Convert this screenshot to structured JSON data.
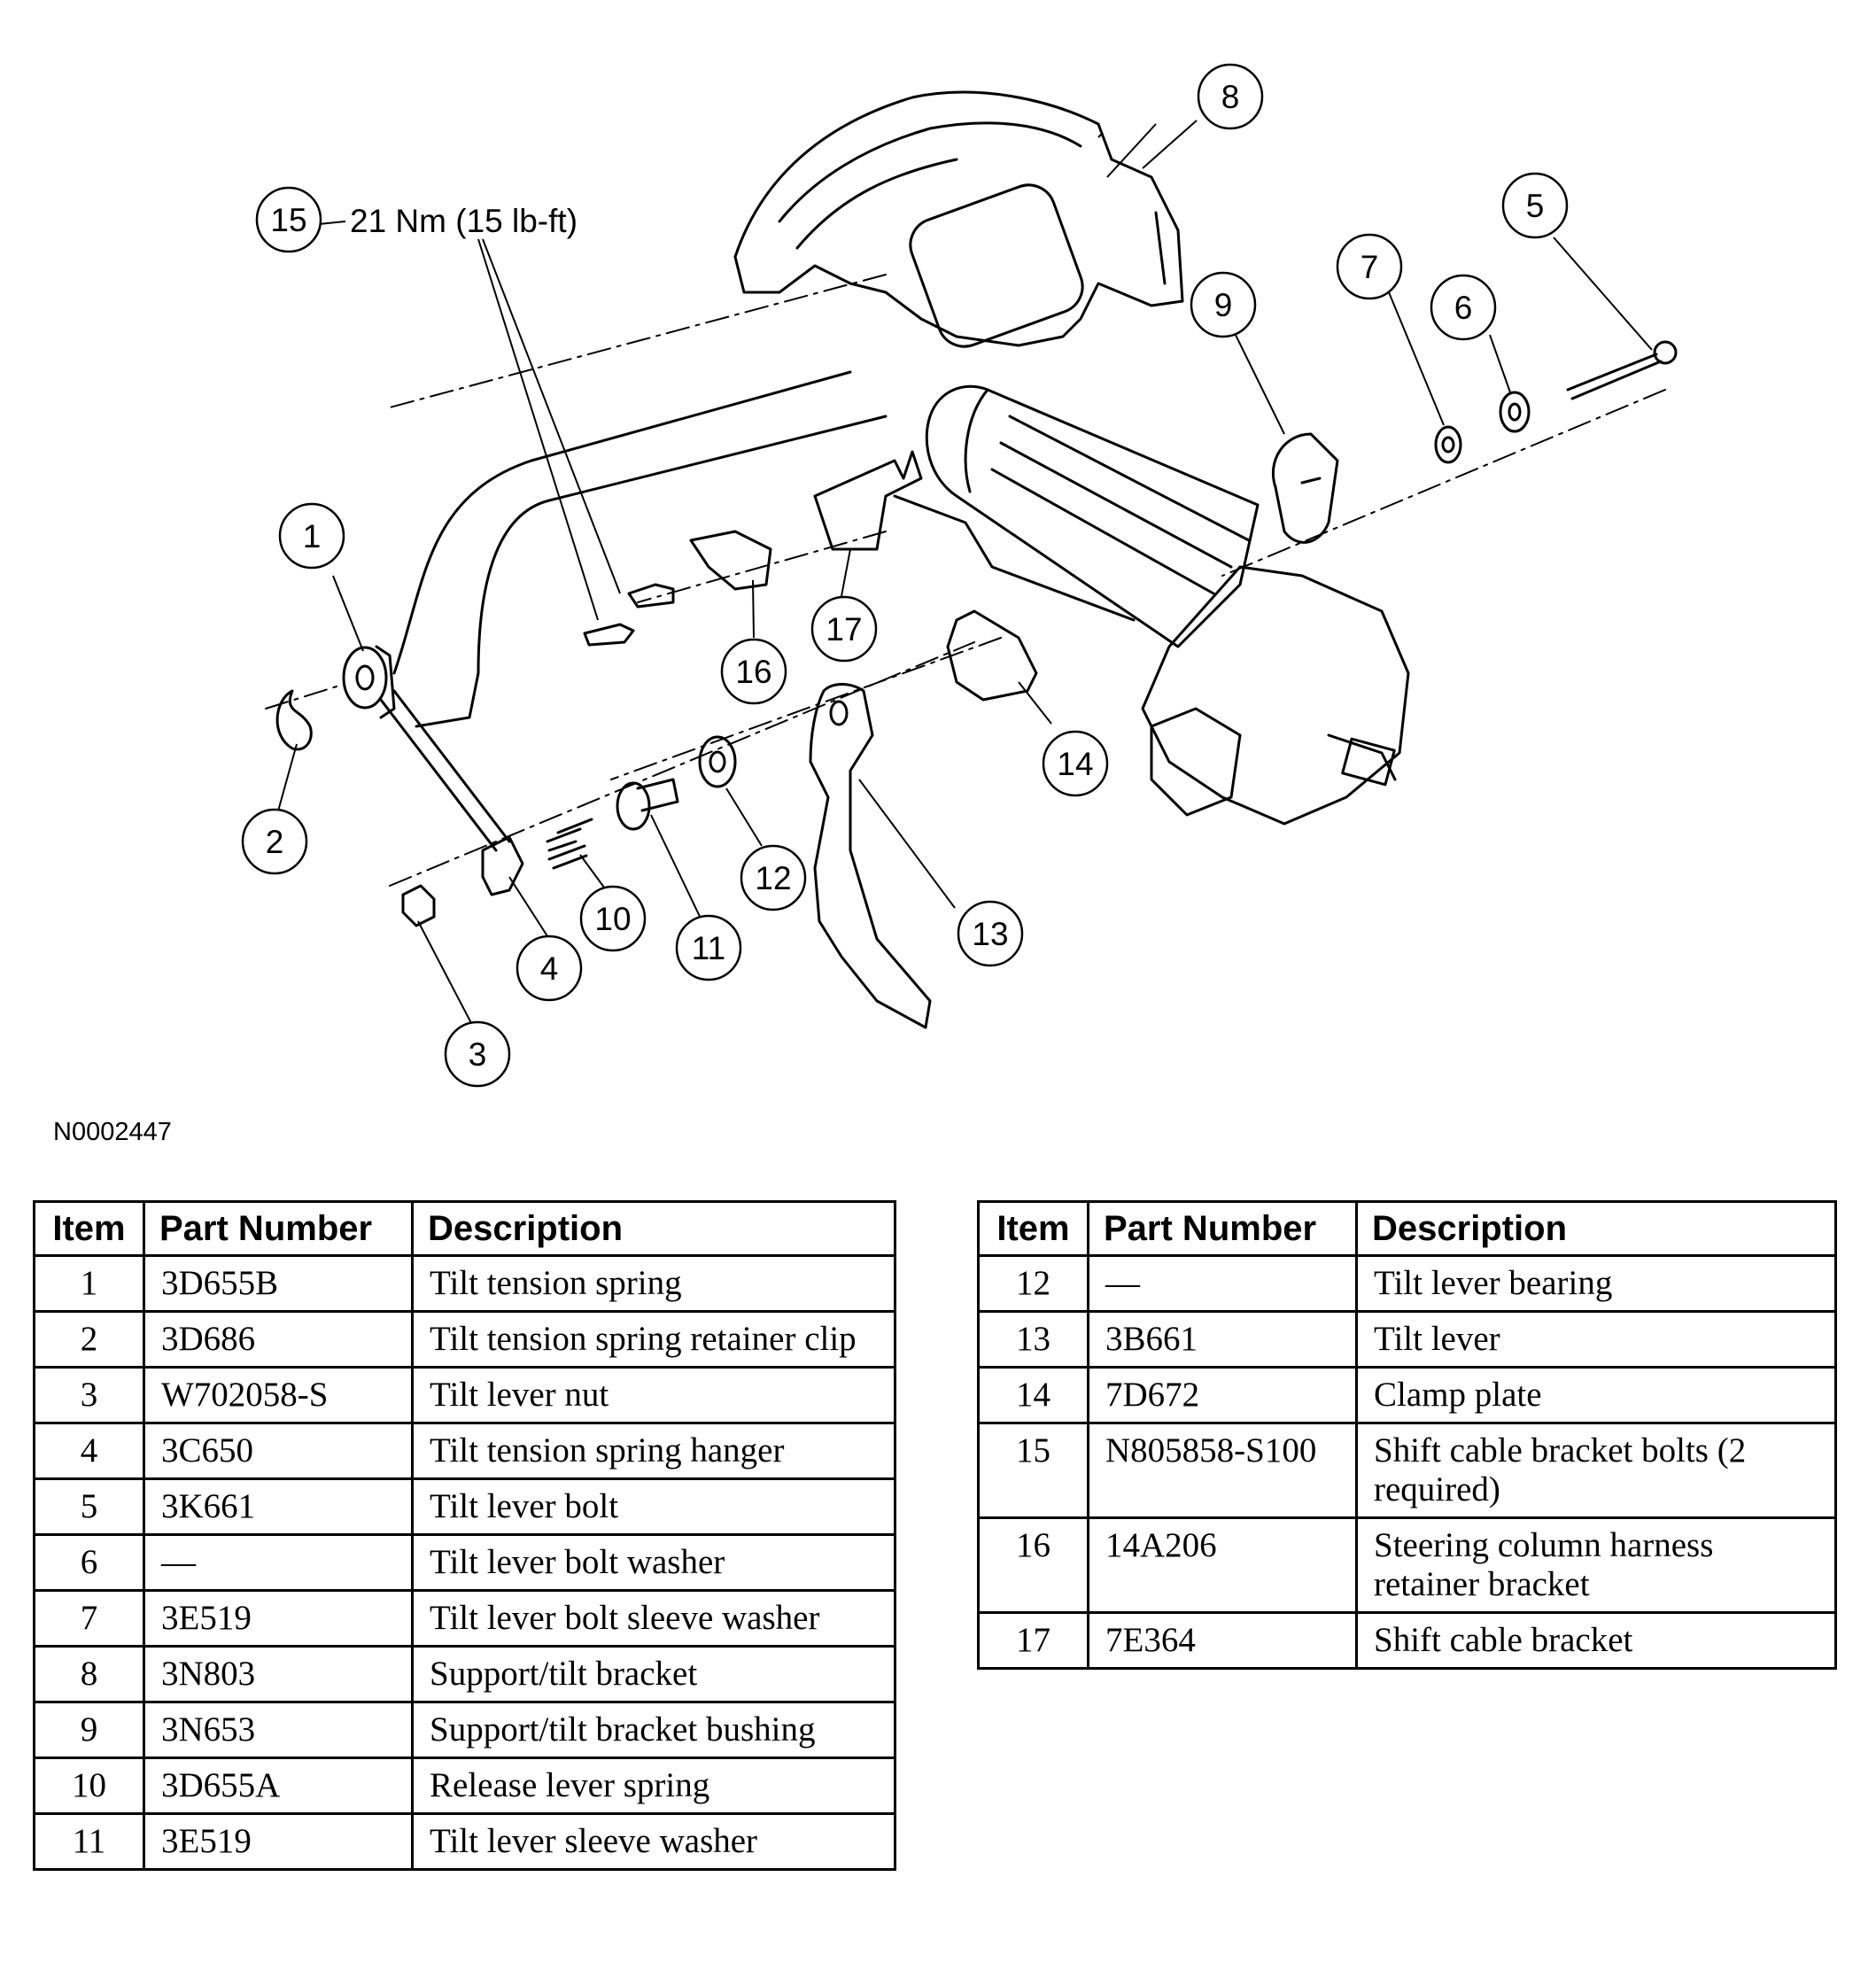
{
  "diagram": {
    "callouts": [
      "1",
      "2",
      "3",
      "4",
      "5",
      "6",
      "7",
      "8",
      "9",
      "10",
      "11",
      "12",
      "13",
      "14",
      "15",
      "16",
      "17"
    ],
    "torque_spec": "21 Nm (15 lb-ft)",
    "figure_id": "N0002447"
  },
  "table": {
    "headers": {
      "item": "Item",
      "part_number": "Part Number",
      "description": "Description"
    },
    "left_rows": [
      {
        "item": "1",
        "part_number": "3D655B",
        "description": "Tilt tension spring"
      },
      {
        "item": "2",
        "part_number": "3D686",
        "description": "Tilt tension spring retainer clip"
      },
      {
        "item": "3",
        "part_number": "W702058-S",
        "description": "Tilt lever nut"
      },
      {
        "item": "4",
        "part_number": "3C650",
        "description": "Tilt tension spring hanger"
      },
      {
        "item": "5",
        "part_number": "3K661",
        "description": "Tilt lever bolt"
      },
      {
        "item": "6",
        "part_number": "—",
        "description": "Tilt lever bolt washer"
      },
      {
        "item": "7",
        "part_number": "3E519",
        "description": "Tilt lever bolt sleeve washer"
      },
      {
        "item": "8",
        "part_number": "3N803",
        "description": "Support/tilt bracket"
      },
      {
        "item": "9",
        "part_number": "3N653",
        "description": "Support/tilt bracket bushing"
      },
      {
        "item": "10",
        "part_number": "3D655A",
        "description": "Release lever spring"
      },
      {
        "item": "11",
        "part_number": "3E519",
        "description": "Tilt lever sleeve washer"
      }
    ],
    "right_rows": [
      {
        "item": "12",
        "part_number": "—",
        "description": "Tilt lever bearing"
      },
      {
        "item": "13",
        "part_number": "3B661",
        "description": "Tilt lever"
      },
      {
        "item": "14",
        "part_number": "7D672",
        "description": "Clamp plate"
      },
      {
        "item": "15",
        "part_number": "N805858-S100",
        "description": "Shift cable bracket bolts (2 required)"
      },
      {
        "item": "16",
        "part_number": "14A206",
        "description": "Steering column harness retainer bracket"
      },
      {
        "item": "17",
        "part_number": "7E364",
        "description": "Shift cable bracket"
      }
    ]
  }
}
